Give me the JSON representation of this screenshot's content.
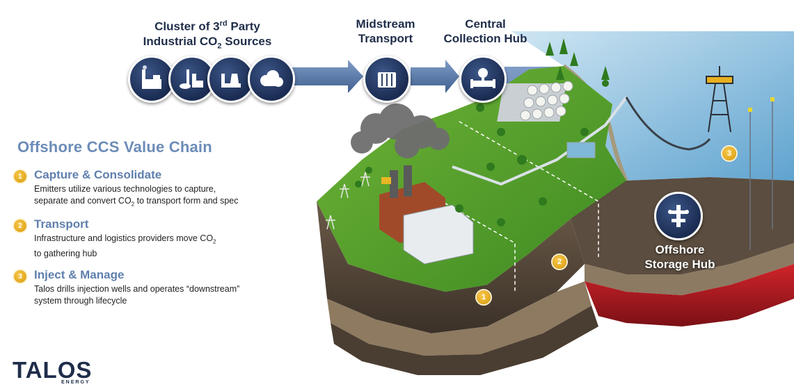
{
  "header": {
    "sources_label_line1_pre": "Cluster of 3",
    "sources_label_sup": "rd",
    "sources_label_line1_post": " Party",
    "sources_label_line2_pre": "Industrial CO",
    "sources_label_sub": "2",
    "sources_label_line2_post": " Sources",
    "midstream_label_line1": "Midstream",
    "midstream_label_line2": "Transport",
    "hub_label_line1": "Central",
    "hub_label_line2": "Collection Hub"
  },
  "chain": {
    "title": "Offshore CCS Value Chain",
    "steps": [
      {
        "number": "1",
        "title": "Capture & Consolidate",
        "desc_line1": "Emitters utilize various technologies to capture,",
        "desc_line2_pre": "separate and convert CO",
        "desc_line2_sub": "2",
        "desc_line2_post": " to transport form and spec"
      },
      {
        "number": "2",
        "title": "Transport",
        "desc_line1_pre": "Infrastructure and logistics providers move CO",
        "desc_line1_sub": "2",
        "desc_line2": "to gathering hub"
      },
      {
        "number": "3",
        "title": "Inject & Manage",
        "desc_line1": "Talos drills injection wells and operates “downstream”",
        "desc_line2": "system through lifecycle"
      }
    ]
  },
  "storage": {
    "label_line1": "Offshore",
    "label_line2": "Storage Hub"
  },
  "map_badges": [
    "1",
    "2",
    "3"
  ],
  "logo": {
    "word": "TALOS",
    "sub": "ENERGY"
  },
  "icons": [
    "factory-icon",
    "refinery-icon",
    "plant-icon",
    "smoke-cloud-icon",
    "pipeline-tank-icon",
    "pressure-gauge-icon",
    "wellhead-icon"
  ],
  "colors": {
    "navy": "#1f2d4a",
    "accent_blue": "#6c8cb8",
    "badge_gold": "#e8b020",
    "arrow_blue": "#4f6e9c"
  }
}
